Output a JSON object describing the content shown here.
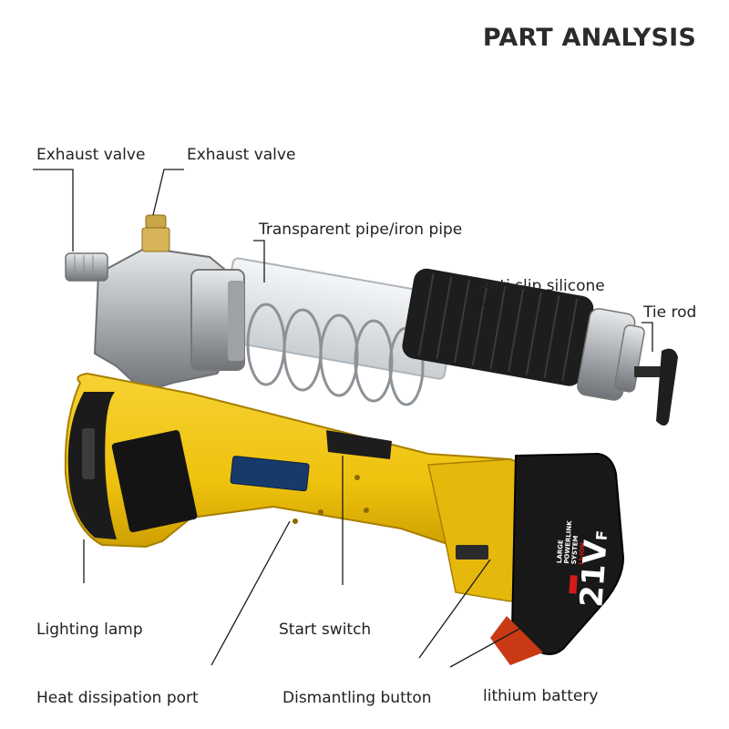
{
  "title": "PART ANALYSIS",
  "labels": {
    "exhaust_valve_1": "Exhaust valve",
    "exhaust_valve_2": "Exhaust valve",
    "transparent_pipe": "Transparent pipe/iron pipe",
    "anti_slip": "Anti slip silicone",
    "tie_rod": "Tie rod",
    "lighting_lamp": "Lighting lamp",
    "start_switch": "Start switch",
    "heat_port": "Heat dissipation port",
    "dismantling_button": "Dismantling button",
    "lithium_battery": "lithium battery"
  },
  "battery": {
    "voltage": "21V",
    "voltage_sub": "F",
    "brand_lines": [
      "LARGE",
      "POWERLINK",
      "SYSTEM"
    ],
    "chem": "LI-ION"
  },
  "colors": {
    "body_yellow": "#f2c20f",
    "grip_black": "#1d1d1d",
    "metal": "#b9bcbf",
    "battery_red": "#d11a1a"
  }
}
